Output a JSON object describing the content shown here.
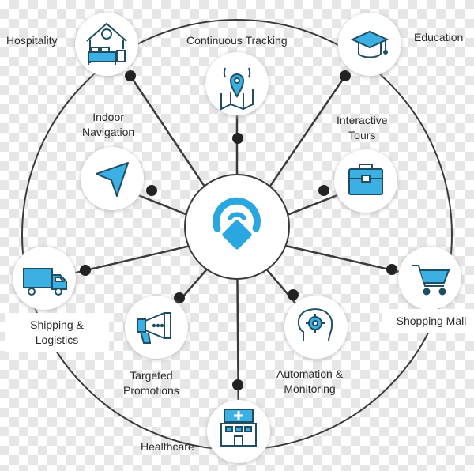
{
  "colors": {
    "line": "#3a3a3a",
    "accent": "#2aa6e0",
    "icon_dark": "#1f4e63",
    "icon_fill": "#3db0e3",
    "node_shadow": "#d8d8d8"
  },
  "nodes": [
    {
      "id": "hospitality",
      "icon": "hotel-bed-icon",
      "label_lines": [
        "Hospitality"
      ]
    },
    {
      "id": "continuous-tracking",
      "icon": "map-pin-icon",
      "label_lines": [
        "Continuous Tracking"
      ]
    },
    {
      "id": "education",
      "icon": "graduation-cap-icon",
      "label_lines": [
        "Education"
      ]
    },
    {
      "id": "indoor-navigation",
      "icon": "navigation-arrow-icon",
      "label_lines": [
        "Indoor",
        "Navigation"
      ]
    },
    {
      "id": "interactive-tours",
      "icon": "briefcase-icon",
      "label_lines": [
        "Interactive",
        "Tours"
      ]
    },
    {
      "id": "shipping-logistics",
      "icon": "delivery-truck-icon",
      "label_lines": [
        "Shipping &",
        "Logistics"
      ]
    },
    {
      "id": "shopping-mall",
      "icon": "shopping-cart-icon",
      "label_lines": [
        "Shopping Mall"
      ]
    },
    {
      "id": "targeted-promotions",
      "icon": "megaphone-icon",
      "label_lines": [
        "Targeted",
        "Promotions"
      ]
    },
    {
      "id": "automation-monitoring",
      "icon": "brain-gear-icon",
      "label_lines": [
        "Automation &",
        "Monitoring"
      ]
    },
    {
      "id": "healthcare",
      "icon": "hospital-icon",
      "label_lines": [
        "Healthcare"
      ]
    }
  ],
  "hub": {
    "icon": "beacon-signal-icon"
  }
}
